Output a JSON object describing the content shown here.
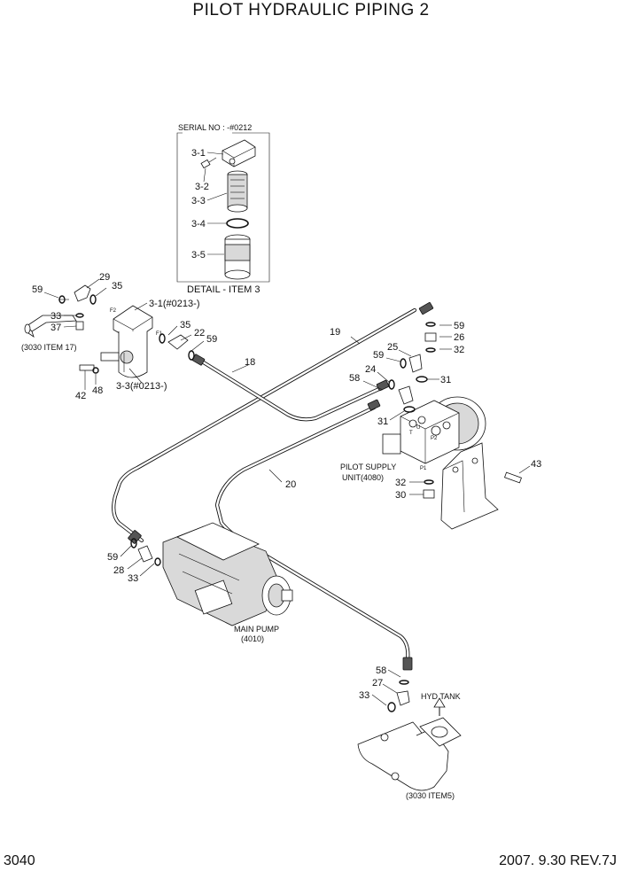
{
  "title": "PILOT HYDRAULIC PIPING 2",
  "page_number": "3040",
  "revision": "2007. 9.30  REV.7J",
  "detail_box": {
    "serial": "SERIAL NO : -#0212",
    "caption": "DETAIL - ITEM 3",
    "callouts": [
      "3-1",
      "3-2",
      "3-3",
      "3-4",
      "3-5"
    ]
  },
  "assemblies": {
    "pilot_supply_unit": "PILOT SUPPLY",
    "pilot_supply_unit_ref": "UNIT(4080)",
    "main_pump": "MAIN PUMP",
    "main_pump_ref": "(4010)",
    "hyd_tank": "HYD TANK",
    "ref_item17": "(3030 ITEM 17)",
    "ref_item5": "(3030 ITEM5)"
  },
  "port_marks": {
    "f1": "F1",
    "f2": "F2",
    "t": "T",
    "u": "U",
    "p2": "P2",
    "p1": "P1"
  },
  "callouts": {
    "c59a": "59",
    "c29": "29",
    "c35a": "35",
    "c33a": "33",
    "c37": "37",
    "c3_1_filter": "3-1(#0213-)",
    "c35b": "35",
    "c22": "22",
    "c59b": "59",
    "c18": "18",
    "c42": "42",
    "c48": "48",
    "c3_3_filter": "3-3(#0213-)",
    "c19": "19",
    "c59c": "59",
    "c26": "26",
    "c32a": "32",
    "c25": "25",
    "c59d": "59",
    "c24": "24",
    "c58a": "58",
    "c31a": "31",
    "c31b": "31",
    "c43": "43",
    "c32b": "32",
    "c30": "30",
    "c20": "20",
    "c59e": "59",
    "c28": "28",
    "c33b": "33",
    "c58b": "58",
    "c27": "27",
    "c33c": "33"
  }
}
